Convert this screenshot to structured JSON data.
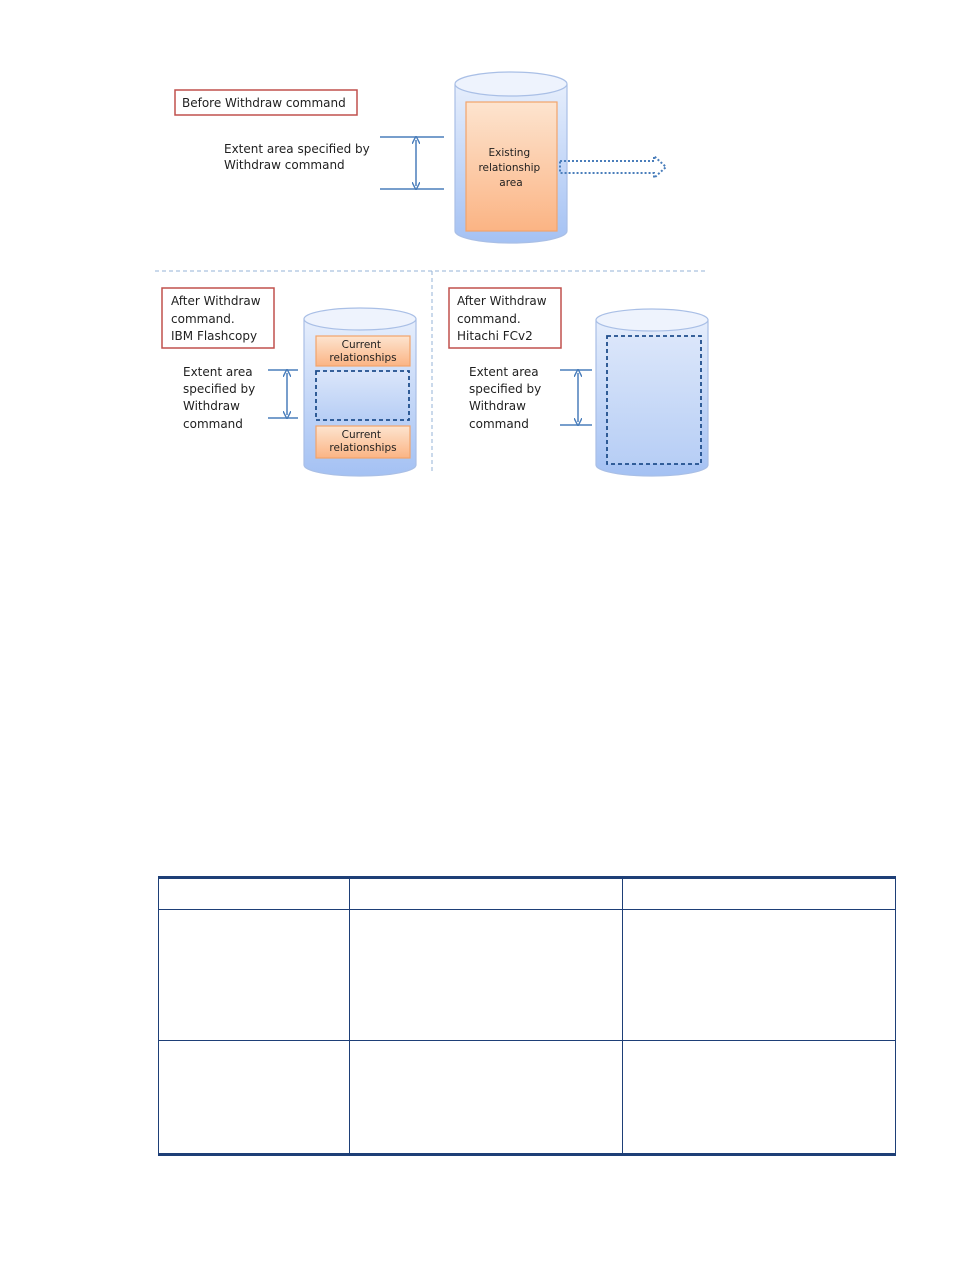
{
  "before": {
    "title": "Before Withdraw command",
    "extent_label": [
      "Extent area specified by",
      "Withdraw command"
    ],
    "area_label": [
      "Existing",
      "relationship",
      "area"
    ]
  },
  "ibm": {
    "title": [
      "After Withdraw",
      "command.",
      "IBM Flashcopy"
    ],
    "extent_label": [
      "Extent area",
      "specified by",
      "Withdraw",
      "command"
    ],
    "top_box": [
      "Current",
      "relationships"
    ],
    "bottom_box": [
      "Current",
      "relationships"
    ]
  },
  "hitachi": {
    "title": [
      "After Withdraw",
      "command.",
      "Hitachi FCv2"
    ],
    "extent_label": [
      "Extent area",
      "specified by",
      "Withdraw",
      "command"
    ]
  },
  "colors": {
    "title_border": "#c0504d",
    "arrow_blue": "#4a7ebb",
    "cyl_top": "#e6eefc",
    "cyl_bottom": "#a4c1f3",
    "orange_top": "#fde4cf",
    "orange_bottom": "#fbb484",
    "divider": "#95b3d7",
    "table_rule": "#1e3f77"
  },
  "table": {
    "rows": 3,
    "cols": 3
  }
}
